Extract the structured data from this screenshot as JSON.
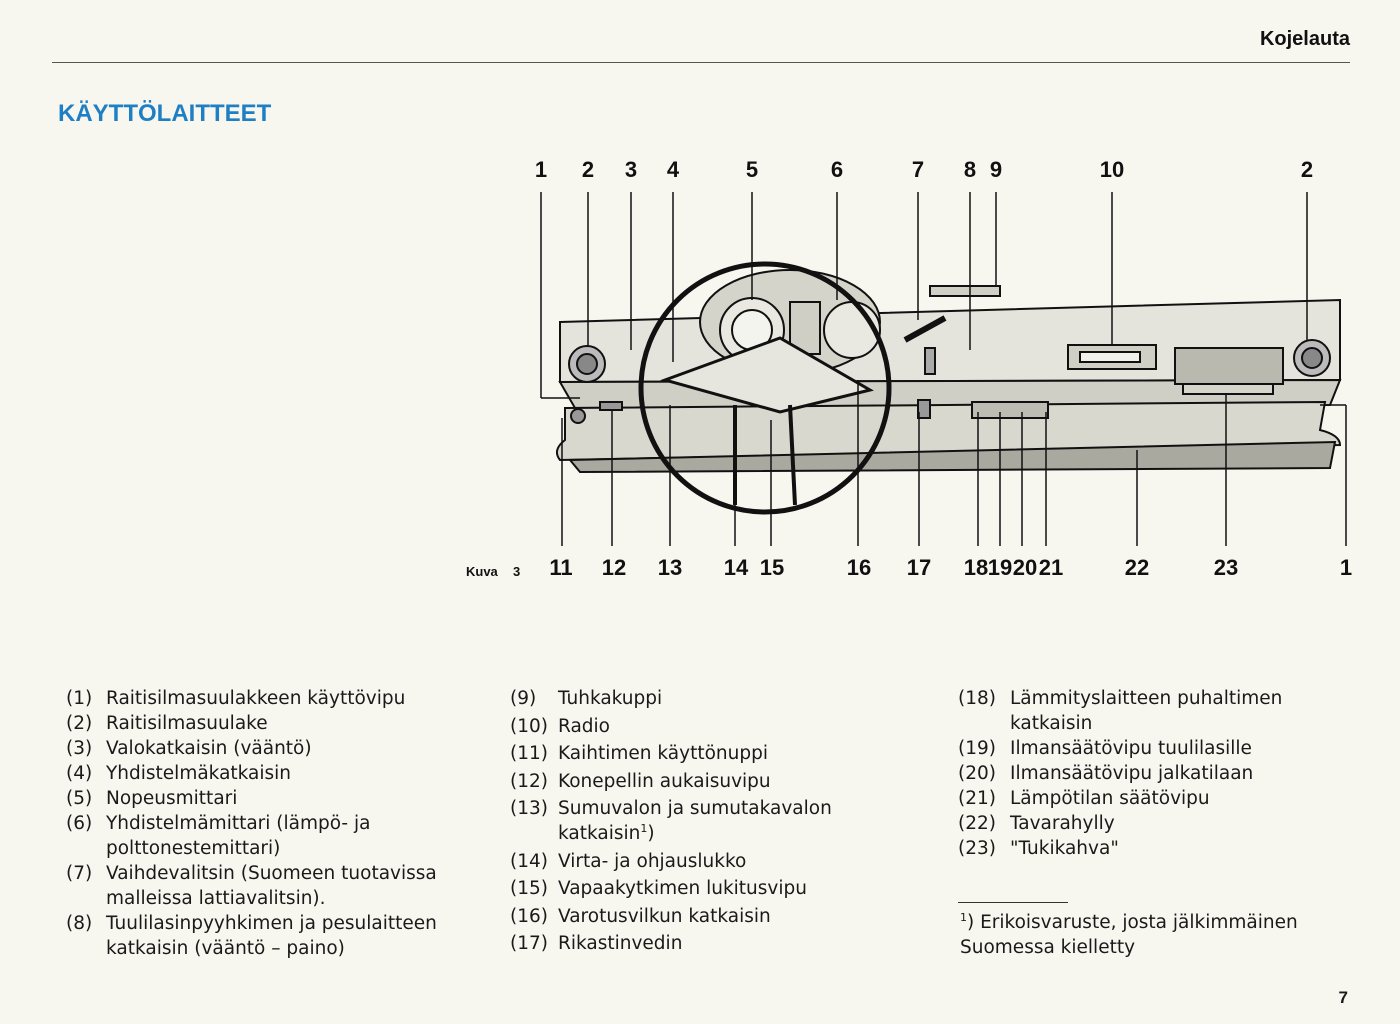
{
  "header": {
    "title": "Kojelauta"
  },
  "section": {
    "title": "KÄYTTÖLAITTEET"
  },
  "figure": {
    "caption_label": "Kuva",
    "caption_number": "3",
    "top_callouts": [
      "1",
      "2",
      "3",
      "4",
      "5",
      "6",
      "7",
      "8",
      "9",
      "10",
      "2"
    ],
    "bottom_callouts": [
      "11",
      "12",
      "13",
      "14",
      "15",
      "16",
      "17",
      "18",
      "19",
      "20",
      "21",
      "22",
      "23",
      "1"
    ]
  },
  "legend": {
    "col1": [
      {
        "n": "(1)",
        "t": "Raitisilmasuulakkeen käyttövipu"
      },
      {
        "n": "(2)",
        "t": "Raitisilmasuulake"
      },
      {
        "n": "(3)",
        "t": "Valokatkaisin (vääntö)"
      },
      {
        "n": "(4)",
        "t": "Yhdistelmäkatkaisin"
      },
      {
        "n": "(5)",
        "t": "Nopeusmittari"
      },
      {
        "n": "(6)",
        "t": "Yhdistelmämittari (lämpö- ja polttonestemittari)"
      },
      {
        "n": "(7)",
        "t": "Vaihdevalitsin (Suomeen tuotavissa malleissa lattiavalitsin)."
      },
      {
        "n": "(8)",
        "t": "Tuulilasinpyyhkimen ja pesulaitteen katkaisin (vääntö – paino)"
      }
    ],
    "col2": [
      {
        "n": "(9)",
        "t": "Tuhkakuppi"
      },
      {
        "n": "(10)",
        "t": "Radio"
      },
      {
        "n": "(11)",
        "t": "Kaihtimen käyttönuppi"
      },
      {
        "n": "(12)",
        "t": "Konepellin aukaisuvipu"
      },
      {
        "n": "(13)",
        "t": "Sumuvalon ja sumutakavalon katkaisin",
        "sup": "1",
        "after": ")"
      },
      {
        "n": "(14)",
        "t": "Virta- ja ohjauslukko"
      },
      {
        "n": "(15)",
        "t": "Vapaakytkimen lukitusvipu"
      },
      {
        "n": "(16)",
        "t": "Varotusvilkun katkaisin"
      },
      {
        "n": "(17)",
        "t": "Rikastinvedin"
      }
    ],
    "col3": [
      {
        "n": "(18)",
        "t": "Lämmityslaitteen puhaltimen katkaisin"
      },
      {
        "n": "(19)",
        "t": "Ilmansäätövipu tuulilasille"
      },
      {
        "n": "(20)",
        "t": "Ilmansäätövipu jalkatilaan"
      },
      {
        "n": "(21)",
        "t": "Lämpötilan säätövipu"
      },
      {
        "n": "(22)",
        "t": "Tavarahylly"
      },
      {
        "n": "(23)",
        "t": "\"Tukikahva\""
      }
    ]
  },
  "footnote": {
    "mark": "1",
    "mark_close": ")",
    "text": " Erikoisvaruste, josta jälkimmäinen Suomessa kielletty"
  },
  "page": {
    "number": "7"
  },
  "colors": {
    "section_title": "#1f7fc4",
    "paper": "#f7f7f0"
  }
}
